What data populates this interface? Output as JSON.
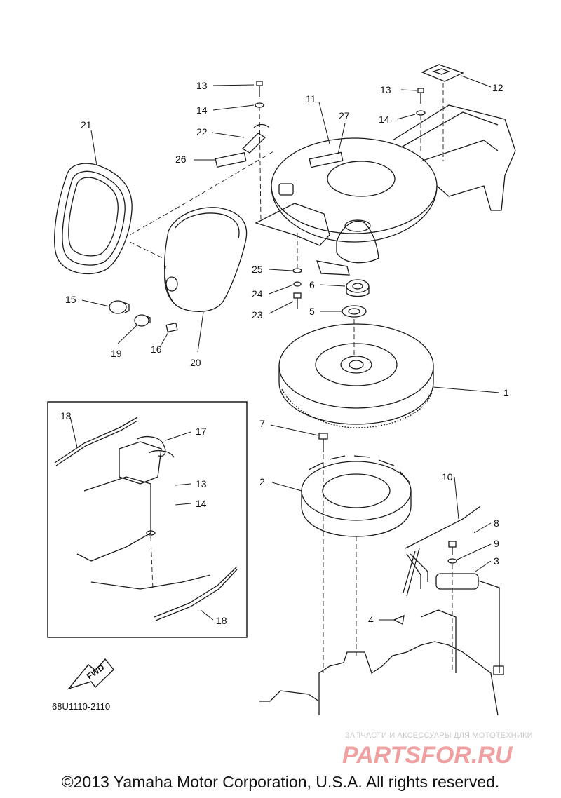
{
  "diagram": {
    "part_number": "68U1110-2110",
    "fwd_label": "FWD",
    "callouts": [
      "1",
      "2",
      "3",
      "4",
      "5",
      "6",
      "7",
      "8",
      "9",
      "10",
      "11",
      "12",
      "13",
      "14",
      "15",
      "16",
      "17",
      "18",
      "19",
      "20",
      "21",
      "22",
      "23",
      "24",
      "25",
      "26",
      "27"
    ],
    "inset_callouts": [
      "18",
      "17",
      "13",
      "14",
      "18"
    ]
  },
  "watermark": {
    "tagline": "ЗАПЧАСТИ И АКСЕССУАРЫ ДЛЯ МОТОТЕХНИКИ",
    "logo": "PARTSFOR.RU",
    "logo_color": "#f0a0a0"
  },
  "footer": {
    "copyright": "©2013 Yamaha Motor Corporation, U.S.A. All rights reserved."
  }
}
